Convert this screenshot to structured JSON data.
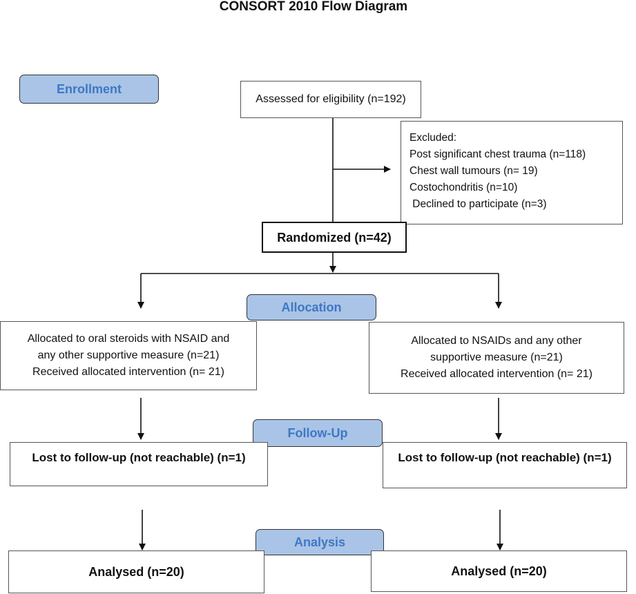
{
  "title": "CONSORT 2010 Flow Diagram",
  "stages": {
    "enrollment": "Enrollment",
    "allocation": "Allocation",
    "follow_up": "Follow-Up",
    "analysis": "Analysis"
  },
  "assessed": "Assessed for eligibility (n=192)",
  "excluded": {
    "heading": "Excluded:",
    "reasons": [
      "Post significant chest trauma (n=118)",
      "Chest wall tumours (n= 19)",
      "Costochondritis (n=10)",
      " Declined to participate (n=3)"
    ]
  },
  "randomized": "Randomized (n=42)",
  "arms": {
    "left": {
      "allocation": [
        "Allocated to oral steroids with NSAID and",
        "any other supportive measure (n=21)",
        "Received allocated intervention (n= 21)"
      ],
      "follow_up": "Lost to follow-up (not reachable) (n=1)",
      "analysis": "Analysed (n=20)"
    },
    "right": {
      "allocation": [
        "Allocated to NSAIDs and any other",
        "supportive measure (n=21)",
        "Received allocated intervention (n= 21)"
      ],
      "follow_up": "Lost to follow-up (not reachable) (n=1)",
      "analysis": "Analysed (n=20)"
    }
  },
  "colors": {
    "stage_fill": "#a9c4e6",
    "stage_text": "#3f77c4"
  }
}
